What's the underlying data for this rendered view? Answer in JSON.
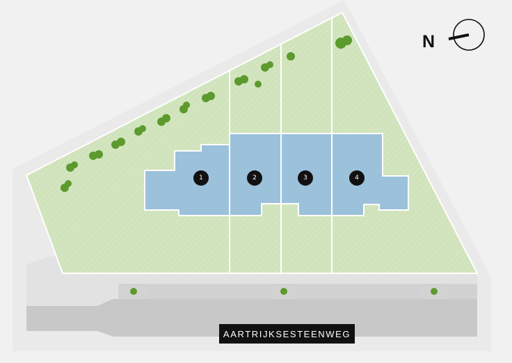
{
  "street": {
    "name": "AARTRIJKSESTEENWEG"
  },
  "compass": {
    "label": "N",
    "icon": "compass-icon"
  },
  "units": [
    {
      "number": "1"
    },
    {
      "number": "2"
    },
    {
      "number": "3"
    },
    {
      "number": "4"
    }
  ],
  "colors": {
    "garden": "#d3e5bf",
    "building": "#9cc1da",
    "tree": "#5c9a2e",
    "road": "#c8c8c9",
    "label_bg": "#111111"
  }
}
